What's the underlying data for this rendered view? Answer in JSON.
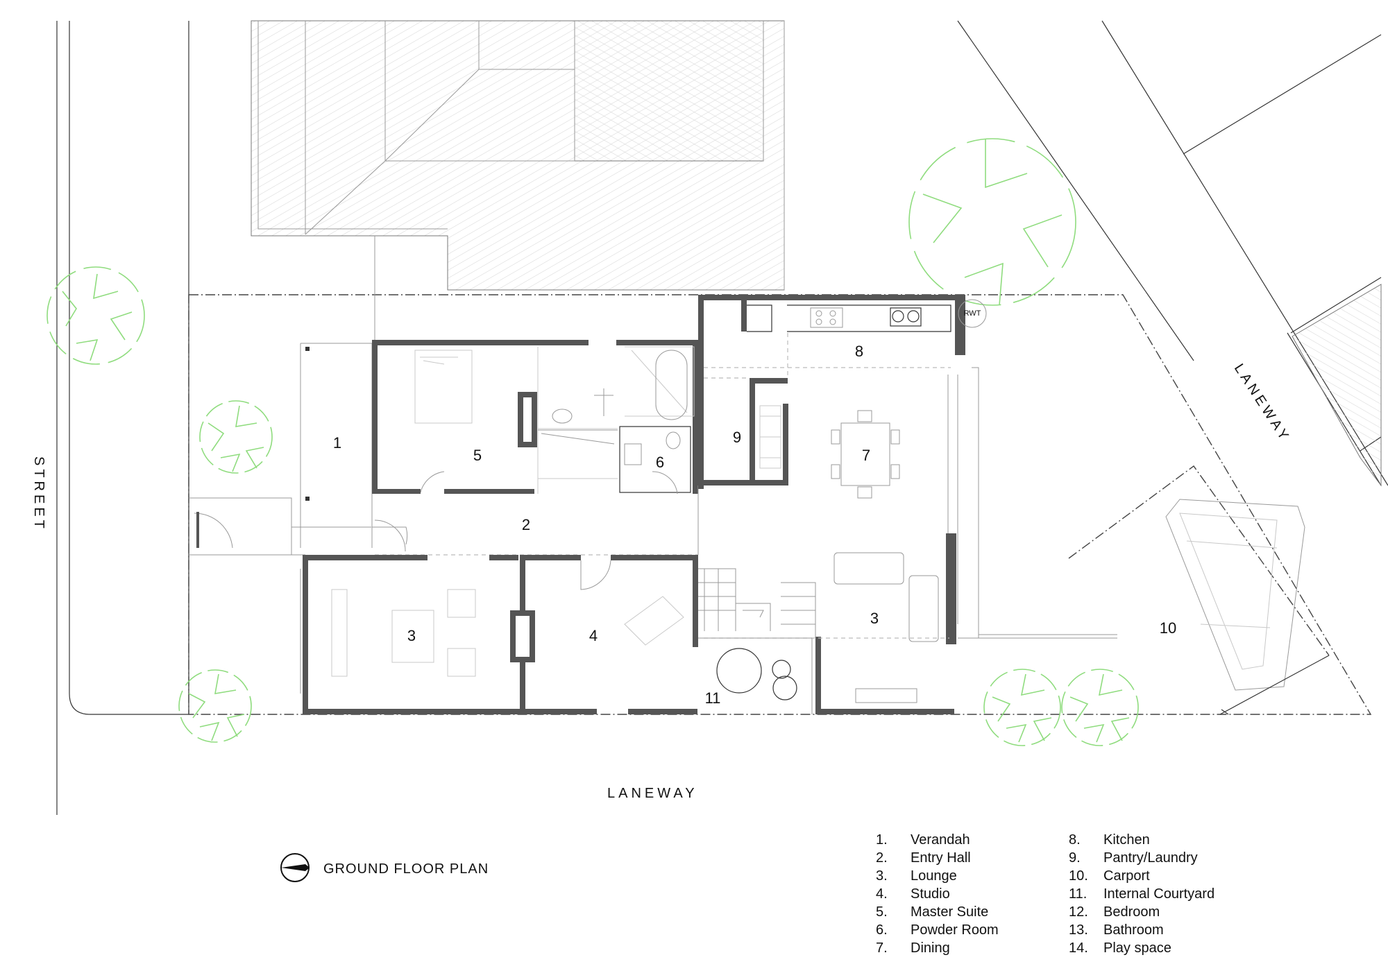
{
  "plan": {
    "title": "GROUND FLOOR PLAN",
    "street_labels": {
      "street": "STREET",
      "laneway_bottom": "LANEWAY",
      "laneway_right": "LANEWAY"
    },
    "tank_label": "RWT",
    "room_markers": [
      {
        "id": "verandah",
        "num": "1"
      },
      {
        "id": "entry-hall",
        "num": "2"
      },
      {
        "id": "lounge-front",
        "num": "3"
      },
      {
        "id": "studio",
        "num": "4"
      },
      {
        "id": "master-suite",
        "num": "5"
      },
      {
        "id": "powder-room",
        "num": "6"
      },
      {
        "id": "dining",
        "num": "7"
      },
      {
        "id": "kitchen",
        "num": "8"
      },
      {
        "id": "pantry-laundry",
        "num": "9"
      },
      {
        "id": "lounge-rear",
        "num": "3"
      },
      {
        "id": "carport",
        "num": "10"
      },
      {
        "id": "internal-courtyard",
        "num": "11"
      }
    ],
    "legend": [
      {
        "num": "1.",
        "name": "Verandah"
      },
      {
        "num": "2.",
        "name": "Entry Hall"
      },
      {
        "num": "3.",
        "name": "Lounge"
      },
      {
        "num": "4.",
        "name": "Studio"
      },
      {
        "num": "5.",
        "name": "Master Suite"
      },
      {
        "num": "6.",
        "name": "Powder Room"
      },
      {
        "num": "7.",
        "name": "Dining"
      },
      {
        "num": "8.",
        "name": "Kitchen"
      },
      {
        "num": "9.",
        "name": "Pantry/Laundry"
      },
      {
        "num": "10.",
        "name": "Carport"
      },
      {
        "num": "11.",
        "name": "Internal Courtyard"
      },
      {
        "num": "12.",
        "name": "Bedroom"
      },
      {
        "num": "13.",
        "name": "Bathroom"
      },
      {
        "num": "14.",
        "name": "Play space"
      }
    ],
    "colors": {
      "wall": "#555555",
      "tree": "#8fdc7e",
      "line": "#333333"
    }
  }
}
